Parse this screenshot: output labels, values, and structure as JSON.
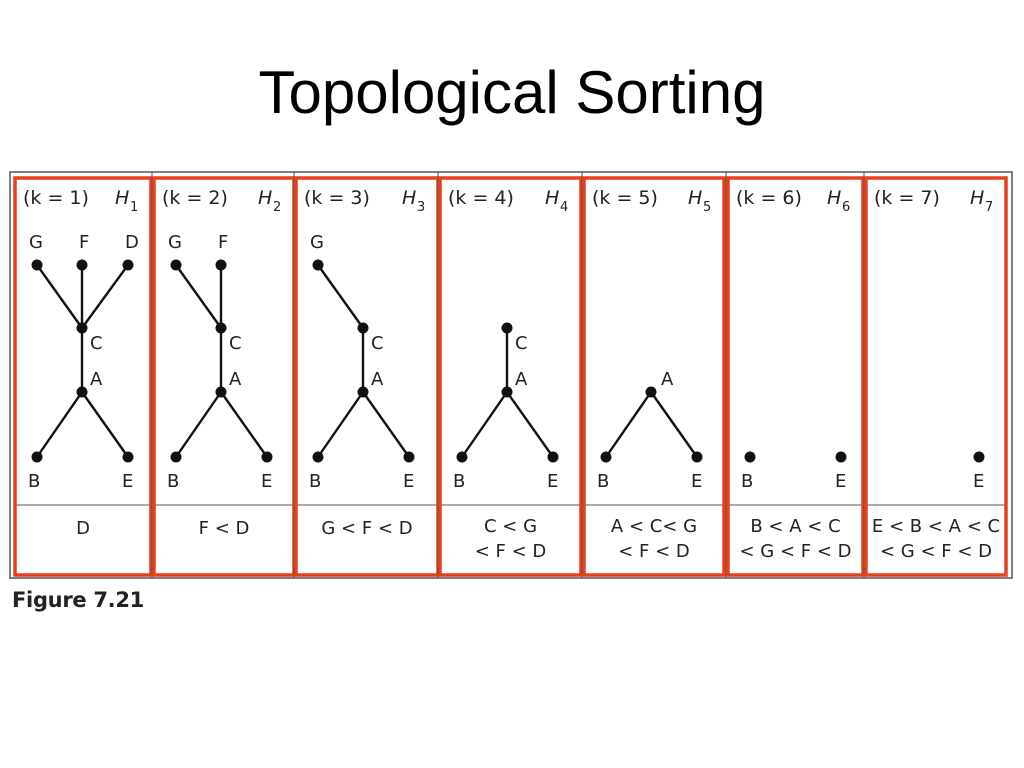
{
  "title": "Topological Sorting",
  "figure_caption": "Figure 7.21",
  "colors": {
    "frame": "#e8401c",
    "ink": "#111111",
    "border": "#555555"
  },
  "panels": [
    {
      "k": "(k = 1)",
      "h": "H",
      "h_sub": "1",
      "order_lines": [
        "D"
      ],
      "nodes": [
        {
          "id": "G",
          "label": "G"
        },
        {
          "id": "F",
          "label": "F"
        },
        {
          "id": "D",
          "label": "D"
        },
        {
          "id": "C",
          "label": "C"
        },
        {
          "id": "A",
          "label": "A"
        },
        {
          "id": "B",
          "label": "B"
        },
        {
          "id": "E",
          "label": "E"
        }
      ],
      "edges": [
        [
          "G",
          "C"
        ],
        [
          "F",
          "C"
        ],
        [
          "D",
          "C"
        ],
        [
          "C",
          "A"
        ],
        [
          "A",
          "B"
        ],
        [
          "A",
          "E"
        ]
      ]
    },
    {
      "k": "(k = 2)",
      "h": "H",
      "h_sub": "2",
      "order_lines": [
        "F < D"
      ],
      "nodes": [
        {
          "id": "G",
          "label": "G"
        },
        {
          "id": "F",
          "label": "F"
        },
        {
          "id": "C",
          "label": "C"
        },
        {
          "id": "A",
          "label": "A"
        },
        {
          "id": "B",
          "label": "B"
        },
        {
          "id": "E",
          "label": "E"
        }
      ],
      "edges": [
        [
          "G",
          "C"
        ],
        [
          "F",
          "C"
        ],
        [
          "C",
          "A"
        ],
        [
          "A",
          "B"
        ],
        [
          "A",
          "E"
        ]
      ]
    },
    {
      "k": "(k = 3)",
      "h": "H",
      "h_sub": "3",
      "order_lines": [
        "G < F < D"
      ],
      "nodes": [
        {
          "id": "G",
          "label": "G"
        },
        {
          "id": "C",
          "label": "C"
        },
        {
          "id": "A",
          "label": "A"
        },
        {
          "id": "B",
          "label": "B"
        },
        {
          "id": "E",
          "label": "E"
        }
      ],
      "edges": [
        [
          "G",
          "C"
        ],
        [
          "C",
          "A"
        ],
        [
          "A",
          "B"
        ],
        [
          "A",
          "E"
        ]
      ]
    },
    {
      "k": "(k = 4)",
      "h": "H",
      "h_sub": "4",
      "order_lines": [
        "C < G",
        "< F < D"
      ],
      "nodes": [
        {
          "id": "C4",
          "label": "C"
        },
        {
          "id": "A",
          "label": "A"
        },
        {
          "id": "B",
          "label": "B"
        },
        {
          "id": "E",
          "label": "E"
        }
      ],
      "edges": [
        [
          "C4",
          "A"
        ],
        [
          "A",
          "B"
        ],
        [
          "A",
          "E"
        ]
      ]
    },
    {
      "k": "(k = 5)",
      "h": "H",
      "h_sub": "5",
      "order_lines": [
        "A < C< G",
        "< F < D"
      ],
      "nodes": [
        {
          "id": "A5",
          "label": "A"
        },
        {
          "id": "B",
          "label": "B"
        },
        {
          "id": "E",
          "label": "E"
        }
      ],
      "edges": [
        [
          "A5",
          "B"
        ],
        [
          "A5",
          "E"
        ]
      ]
    },
    {
      "k": "(k = 6)",
      "h": "H",
      "h_sub": "6",
      "order_lines": [
        "B < A < C",
        "< G < F < D"
      ],
      "nodes": [
        {
          "id": "B",
          "label": "B"
        },
        {
          "id": "E",
          "label": "E"
        }
      ],
      "edges": []
    },
    {
      "k": "(k = 7)",
      "h": "H",
      "h_sub": "7",
      "order_lines": [
        "E < B < A < C",
        "< G < F < D"
      ],
      "nodes": [
        {
          "id": "E",
          "label": "E"
        }
      ],
      "edges": []
    }
  ]
}
